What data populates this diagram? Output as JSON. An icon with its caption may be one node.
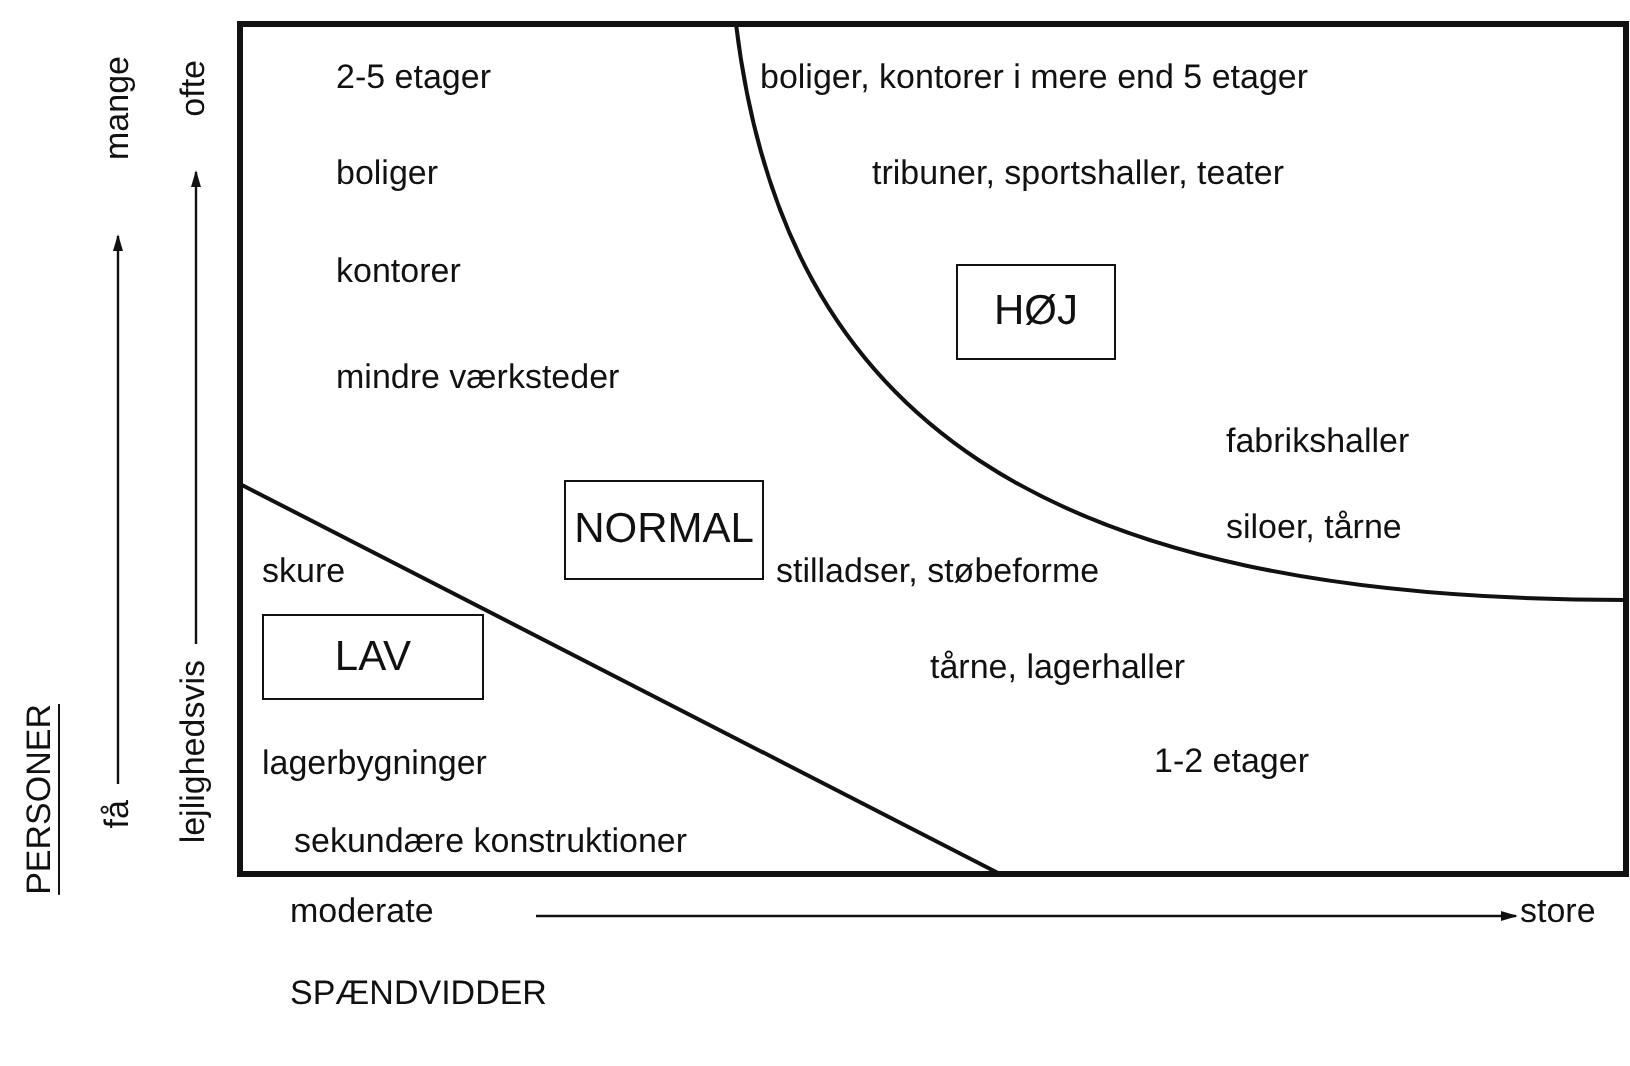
{
  "diagram": {
    "nodes": [
      {
        "text": [
          "HØJ"
        ]
      },
      {
        "text": [
          "NORMAL"
        ]
      },
      {
        "text": [
          "LAV"
        ]
      }
    ],
    "edges": [],
    "labels": [
      "mange",
      "ofte",
      "2-5 etager",
      "boliger, kontorer i mere end 5 etager",
      "boliger",
      "tribuner, sportshaller, teater",
      "kontorer",
      "mindre værksteder",
      "fabrikshaller",
      "siloer, tårne",
      "skure",
      "stilladser, støbeforme",
      "tårne, lagerhaller",
      "lagerbygninger",
      "1-2 etager",
      "sekundære konstruktioner",
      "PERSONER",
      "få",
      "lejlighedsvis",
      "moderate",
      "store",
      "SPÆNDVIDDER"
    ]
  }
}
